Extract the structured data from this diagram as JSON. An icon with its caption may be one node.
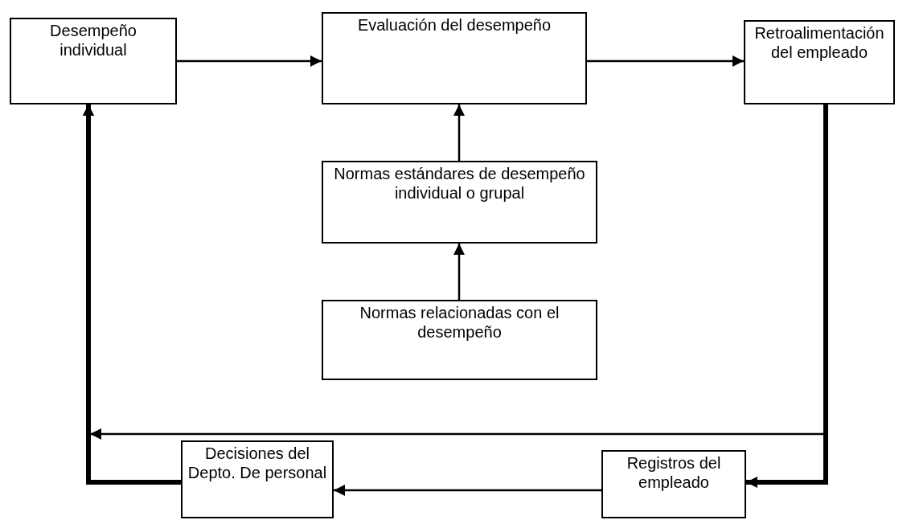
{
  "diagram": {
    "nodes": [
      {
        "text": [
          "Desempeño individual"
        ]
      },
      {
        "text": [
          "Evaluación del desempeño"
        ]
      },
      {
        "text": [
          "Retroalimentación del empleado"
        ]
      },
      {
        "text": [
          "Normas estándares de desempeño individual o grupal"
        ]
      },
      {
        "text": [
          "Normas relacionadas con el desempeño"
        ]
      },
      {
        "text": [
          "Decisiones del Depto. De personal"
        ]
      },
      {
        "text": [
          "Registros del empleado"
        ]
      }
    ],
    "edges": [
      {
        "from": 0,
        "to": 1,
        "arrow": "to"
      },
      {
        "from": 1,
        "to": 2,
        "arrow": "to"
      },
      {
        "from": 3,
        "to": 1,
        "arrow": "to"
      },
      {
        "from": 4,
        "to": 3,
        "arrow": "to"
      },
      {
        "from": 2,
        "to": 0,
        "arrow": "to"
      },
      {
        "from": 2,
        "to": 6,
        "arrow": "to",
        "style": "thick"
      },
      {
        "from": 6,
        "to": 5,
        "arrow": "to"
      },
      {
        "from": 5,
        "to": 0,
        "arrow": "to",
        "style": "thick"
      }
    ]
  }
}
